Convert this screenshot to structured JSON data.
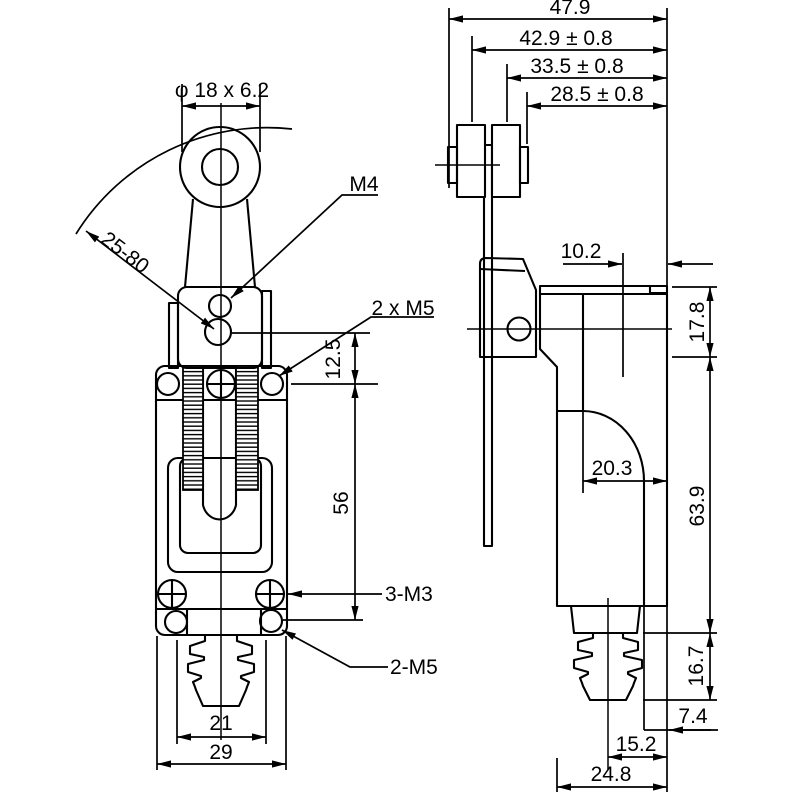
{
  "front": {
    "roller_dia": "φ 18 x 6.2",
    "lever_angle": "25-80",
    "m4": "M4",
    "side_holes": "2 x M5",
    "hole_offset": "12.5",
    "body_height": "56",
    "cover_screws": "3-M3",
    "bottom_holes": "2-M5",
    "plunger_pitch": "21",
    "body_width": "29"
  },
  "side": {
    "overall_width": "47.9",
    "roller1_center": "42.9 ± 0.8",
    "roller2_center": "33.5 ± 0.8",
    "roller_edge": "28.5 ± 0.8",
    "top_depth": "10.2",
    "head_height": "17.8",
    "body_depth": "20.3",
    "body_height": "63.9",
    "bellows_height": "16.7",
    "bellows_inset": "7.4",
    "plunger_center": "15.2",
    "base_depth": "24.8"
  }
}
